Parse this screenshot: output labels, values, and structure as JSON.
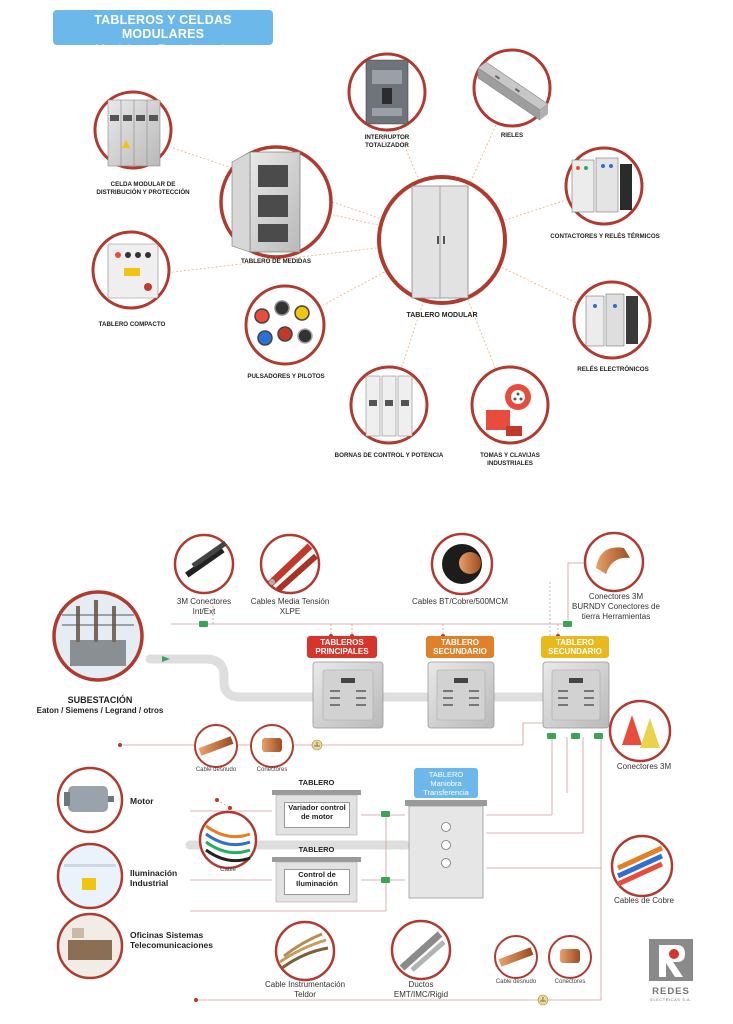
{
  "header": {
    "title": "TABLEROS Y CELDAS MODULARES",
    "subtitle": "Maniobra y Transferencia"
  },
  "top_items": {
    "celda": "CELDA MODULAR DE DISTRIBUCIÓN Y PROTECCIÓN",
    "compacto": "TABLERO COMPACTO",
    "medidas": "TABLERO DE MEDIDAS",
    "pulsadores": "PULSADORES Y PILOTOS",
    "interruptor": "INTERRUPTOR TOTALIZADOR",
    "rieles": "RIELES",
    "contactores": "CONTACTORES Y RELÉS TÉRMICOS",
    "modular": "TABLERO MODULAR",
    "reles": "RELÉS ELECTRÓNICOS",
    "bornas": "BORNAS DE CONTROL Y POTENCIA",
    "tomas": "TOMAS Y CLAVIJAS INDUSTRIALES"
  },
  "bottom": {
    "subestacion_title": "SUBESTACIÓN",
    "subestacion_brands": "Eaton / Siemens / Legrand / otros",
    "conectores_3m": "3M Conectores Int/Ext",
    "cables_mt": "Cables Media Tensión XLPE",
    "cables_bt": "Cables BT/Cobre/500MCM",
    "conectores_burndy": "Conectores 3M BURNDY Conectores de tierra Herramientas",
    "tag_principales": "TABLEROS PRINCIPALES",
    "tag_secundario_1": "TABLERO SECUNDARIO",
    "tag_secundario_2": "TABLERO SECUNDARIO",
    "cable_desnudo_1": "Cable desnudo",
    "conectores_1": "Conectores",
    "conectores_3m_right": "Conectores 3M",
    "tag_transferencia": "TABLERO Maniobra Transferencia",
    "motor": "Motor",
    "iluminacion": "Iluminación Industrial",
    "oficinas": "Oficinas Sistemas Telecomunicaciones",
    "tablero_1": "TABLERO",
    "tablero_2": "TABLERO",
    "variador": "Variador control de motor",
    "control_ilum": "Control de Iluminación",
    "cable": "Cable",
    "cables_cobre": "Cables de Cobre",
    "cable_instr": "Cable Instrumentación Teldor",
    "ductos": "Ductos EMT/IMC/Rigid",
    "cable_desnudo_2": "Cable desnudo",
    "conectores_2": "Conectores",
    "logo_name": "REDES",
    "logo_sub": "ELECTRICAS S.A."
  },
  "colors": {
    "accent_blue": "#6db8ea",
    "circle_border": "#b03a2e",
    "tag_red": "#d9342b",
    "tag_orange": "#e0812a",
    "tag_yellow": "#e8b81c",
    "connector_green": "#3aa655"
  }
}
